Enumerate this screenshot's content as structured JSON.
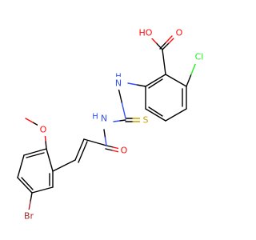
{
  "molecule": {
    "atoms": {
      "hydroxyl": "HO",
      "carbonyl_oxygen_acid": "O",
      "chlorine": "Cl",
      "amine_nh_upper": "H",
      "amine_n_upper": "N",
      "thio_sulfur": "S",
      "amine_nh_lower": "H",
      "amine_n_lower": "N",
      "carbonyl_oxygen_amide": "O",
      "methoxy_oxygen": "O",
      "bromine": "Br"
    },
    "colors": {
      "bond": "#000000",
      "oxygen": "#ff0d0d",
      "nitrogen": "#3050f8",
      "chlorine": "#1ff01f",
      "sulfur": "#c8a200",
      "bromine": "#a62929",
      "carbon": "#000000"
    }
  }
}
